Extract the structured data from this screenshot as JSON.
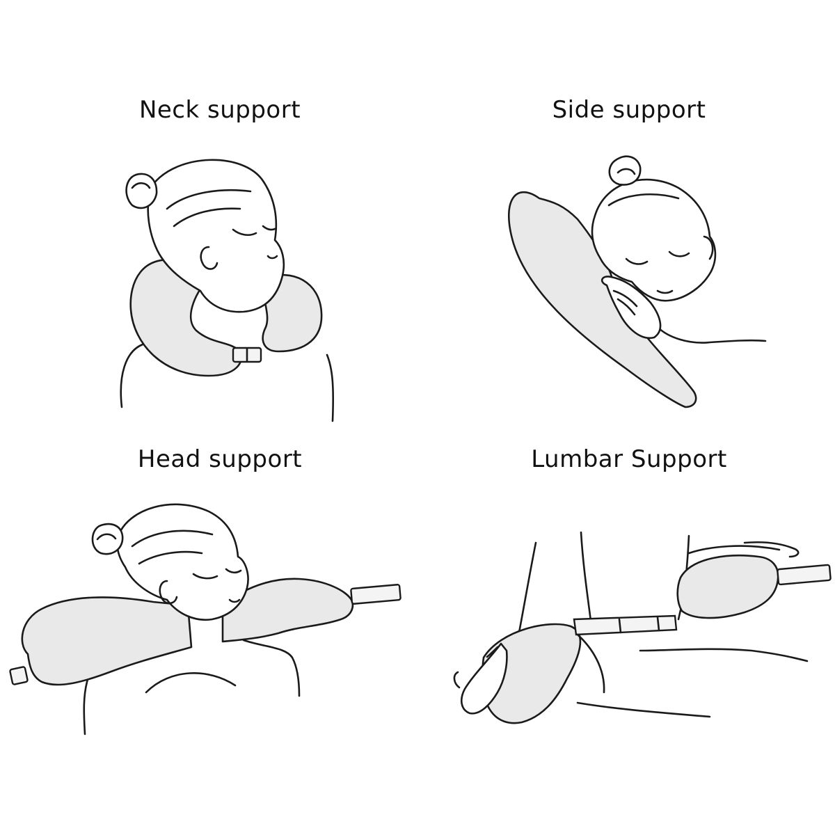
{
  "panels": {
    "neck": {
      "label": "Neck support"
    },
    "side": {
      "label": "Side support"
    },
    "head": {
      "label": "Head support"
    },
    "lumbar": {
      "label": "Lumbar Support"
    }
  },
  "colors": {
    "pillow_fill": "#e9e9e9",
    "line_ink": "#1a1a1a",
    "background": "#ffffff"
  }
}
